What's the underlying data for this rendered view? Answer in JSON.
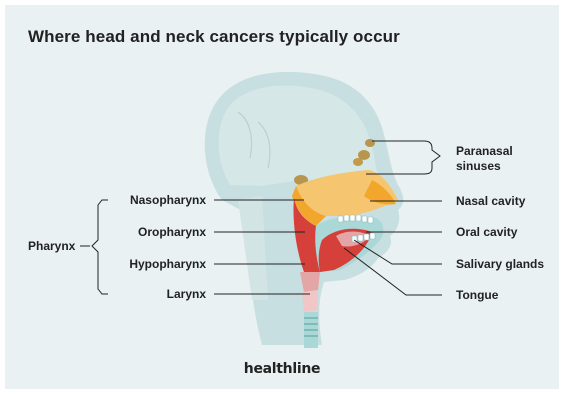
{
  "title": "Where head and neck cancers typically occur",
  "labels": {
    "left": {
      "nasopharynx": "Nasopharynx",
      "oropharynx": "Oropharynx",
      "hypopharynx": "Hypopharynx",
      "larynx": "Larynx",
      "pharynx": "Pharynx"
    },
    "right": {
      "paranasal_line1": "Paranasal",
      "paranasal_line2": "sinuses",
      "nasal_cavity": "Nasal cavity",
      "oral_cavity": "Oral cavity",
      "salivary_glands": "Salivary glands",
      "tongue": "Tongue"
    }
  },
  "brand": "healthline",
  "colors": {
    "background": "#e9f1f2",
    "head": "#c7dfe0",
    "sinus_yellow": "#f6c56f",
    "orange": "#f2a62c",
    "red": "#d6403a",
    "pink": "#e3a5a6",
    "teal": "#a9d8d6"
  }
}
